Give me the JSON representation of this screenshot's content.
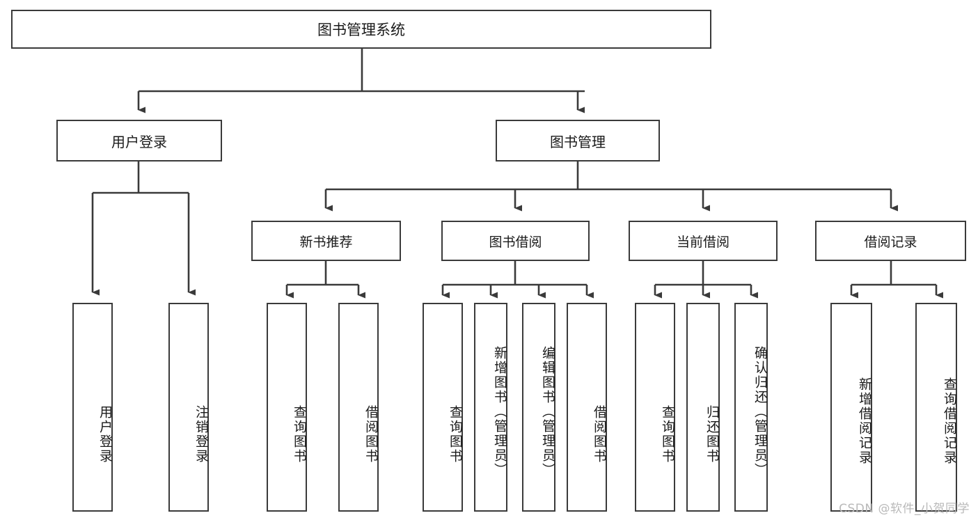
{
  "diagram": {
    "title": "图书管理系统",
    "watermark": "CSDN @软件_小贺同学",
    "line_color": "#3a3a3a",
    "background": "#ffffff",
    "text_color": "#1a1a1a",
    "watermark_color": "#b9b9b9"
  },
  "nodes": {
    "root": {
      "label": "图书管理系统"
    },
    "level1": [
      {
        "label": "用户登录"
      },
      {
        "label": "图书管理"
      }
    ],
    "level2": [
      {
        "label": "新书推荐"
      },
      {
        "label": "图书借阅"
      },
      {
        "label": "当前借阅"
      },
      {
        "label": "借阅记录"
      }
    ],
    "leaves": {
      "user_login": [
        {
          "label": "用户登录"
        },
        {
          "label": "注销登录"
        }
      ],
      "new_book": [
        {
          "label": "查询图书"
        },
        {
          "label": "借阅图书"
        }
      ],
      "book_borrow": [
        {
          "label": "查询图书"
        },
        {
          "label": "新增图书（管理员）"
        },
        {
          "label": "编辑图书（管理员）"
        },
        {
          "label": "借阅图书"
        }
      ],
      "current_borrow": [
        {
          "label": "查询图书"
        },
        {
          "label": "归还图书"
        },
        {
          "label": "确认归还（管理员）"
        }
      ],
      "borrow_record": [
        {
          "label": "新增借阅记录"
        },
        {
          "label": "查询借阅记录"
        }
      ]
    }
  },
  "chart_data": {
    "type": "tree",
    "title": "图书管理系统",
    "root": "图书管理系统",
    "edges": [
      [
        "图书管理系统",
        "用户登录"
      ],
      [
        "图书管理系统",
        "图书管理"
      ],
      [
        "用户登录",
        "用户登录"
      ],
      [
        "用户登录",
        "注销登录"
      ],
      [
        "图书管理",
        "新书推荐"
      ],
      [
        "图书管理",
        "图书借阅"
      ],
      [
        "图书管理",
        "当前借阅"
      ],
      [
        "图书管理",
        "借阅记录"
      ],
      [
        "新书推荐",
        "查询图书"
      ],
      [
        "新书推荐",
        "借阅图书"
      ],
      [
        "图书借阅",
        "查询图书"
      ],
      [
        "图书借阅",
        "新增图书（管理员）"
      ],
      [
        "图书借阅",
        "编辑图书（管理员）"
      ],
      [
        "图书借阅",
        "借阅图书"
      ],
      [
        "当前借阅",
        "查询图书"
      ],
      [
        "当前借阅",
        "归还图书"
      ],
      [
        "当前借阅",
        "确认归还（管理员）"
      ],
      [
        "借阅记录",
        "新增借阅记录"
      ],
      [
        "借阅记录",
        "查询借阅记录"
      ]
    ],
    "depth": 3,
    "leaf_count": 13,
    "orientation": "top-down"
  }
}
